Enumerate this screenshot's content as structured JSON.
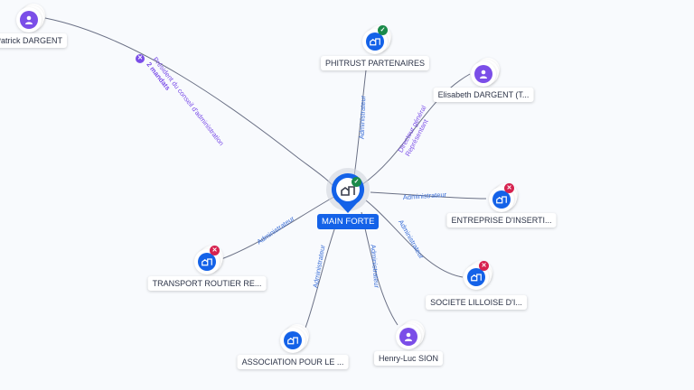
{
  "colors": {
    "person": "#7b4ee8",
    "company": "#1462e8",
    "active": "#1a8a4a",
    "closed": "#d6224f",
    "edge": "#6a7085",
    "edge_label_blue": "#3b6fd8",
    "edge_label_purple": "#7b4ee8"
  },
  "center": {
    "name": "MAIN FORTE",
    "icon": "building-icon",
    "status": "active"
  },
  "nodes": [
    {
      "id": "patrick",
      "label": "Patrick DARGENT",
      "type": "person",
      "icon": "person-icon",
      "status": null,
      "edge_label": "Président du conseil d'administration",
      "edge_extra": "2 mandats"
    },
    {
      "id": "phitrust",
      "label": "PHITRUST PARTENAIRES",
      "type": "company",
      "icon": "building-icon",
      "status": "active",
      "edge_label": "Administrateur"
    },
    {
      "id": "elisabeth",
      "label": "Elisabeth DARGENT (T...",
      "type": "person",
      "icon": "person-icon",
      "status": null,
      "edge_label": "Directeur général",
      "edge_extra": "Représentant"
    },
    {
      "id": "entreprise",
      "label": "ENTREPRISE D'INSERTI...",
      "type": "company",
      "icon": "building-icon",
      "status": "closed",
      "edge_label": "Administrateur"
    },
    {
      "id": "lilloise",
      "label": "SOCIETE LILLOISE D'I...",
      "type": "company",
      "icon": "building-icon",
      "status": "closed",
      "edge_label": "Administrateur"
    },
    {
      "id": "henry",
      "label": "Henry-Luc SION",
      "type": "person",
      "icon": "person-icon",
      "status": null,
      "edge_label": "Administrateur"
    },
    {
      "id": "association",
      "label": "ASSOCIATION POUR LE ...",
      "type": "company",
      "icon": "building-icon",
      "status": null,
      "edge_label": "Administrateur"
    },
    {
      "id": "transport",
      "label": "TRANSPORT ROUTIER RE...",
      "type": "company",
      "icon": "building-icon",
      "status": "closed",
      "edge_label": "Administrateur"
    }
  ]
}
